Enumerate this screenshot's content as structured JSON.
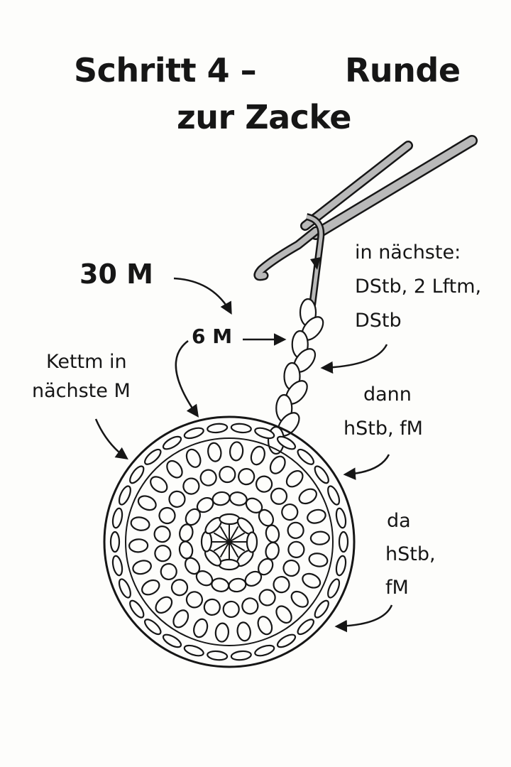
{
  "title": {
    "line1_left": "Schritt 4 –",
    "line1_right": "Runde",
    "line2": "zur Zacke"
  },
  "labels": {
    "stitches_30": "30 M",
    "stitches_6": "6 M",
    "slip_stitch": [
      "Kettm in",
      "nächste M"
    ],
    "next_instruction": [
      "in nächste:",
      "DStb, 2 Lftm,",
      "DStb"
    ],
    "then_instruction": [
      "dann",
      "hStb, fM"
    ],
    "there_instruction": [
      "da",
      "hStb,",
      "fM"
    ]
  },
  "colors": {
    "ink": "#161616",
    "hook": "#b9b9b9",
    "background": "#fdfdfb"
  }
}
